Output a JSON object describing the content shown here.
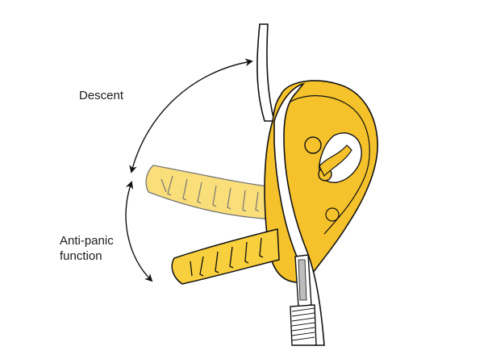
{
  "labels": {
    "descent": "Descent",
    "anti_panic_line1": "Anti-panic",
    "anti_panic_line2": "function"
  },
  "colors": {
    "device_yellow": "#F6C22B",
    "handle_yellow": "#F8CF3C",
    "handle_ghost": "#F9DE7A",
    "stroke": "#111111",
    "background": "#FFFFFF"
  }
}
